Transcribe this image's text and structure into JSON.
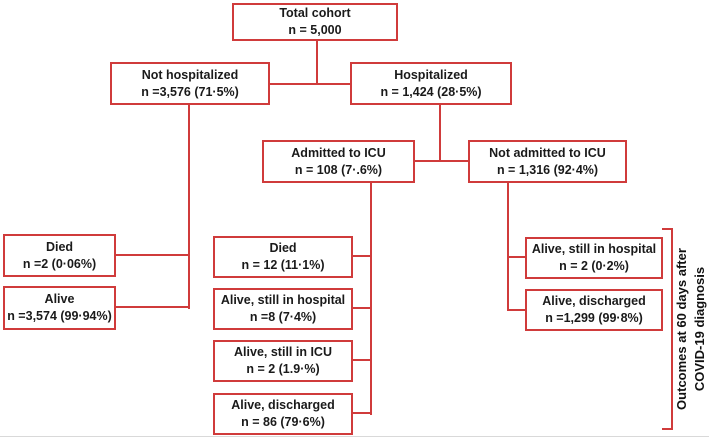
{
  "figure": {
    "type": "cohort-flow-diagram",
    "colors": {
      "accent": "#d03b3b",
      "text": "#1a1a1a",
      "background": "#ffffff"
    },
    "boxes": {
      "total": {
        "label": "Total cohort",
        "value": "n = 5,000"
      },
      "not_hospitalized": {
        "label": "Not hospitalized",
        "value": "n =3,576 (71·5%)"
      },
      "hospitalized": {
        "label": "Hospitalized",
        "value": "n = 1,424 (28·5%)"
      },
      "admitted_icu": {
        "label": "Admitted to ICU",
        "value": "n = 108 (7·.6%)"
      },
      "not_admitted_icu": {
        "label": "Not admitted to ICU",
        "value": "n = 1,316 (92·4%)"
      },
      "nh_died": {
        "label": "Died",
        "value": "n =2 (0·06%)"
      },
      "nh_alive": {
        "label": "Alive",
        "value": "n =3,574 (99·94%)"
      },
      "icu_died": {
        "label": "Died",
        "value": "n = 12 (11·1%)"
      },
      "icu_still_hospital": {
        "label": "Alive, still in hospital",
        "value": "n =8 (7·4%)"
      },
      "icu_still_icu": {
        "label": "Alive, still in ICU",
        "value": "n = 2 (1.9·%)"
      },
      "icu_discharged": {
        "label": "Alive, discharged",
        "value": "n = 86 (79·6%)"
      },
      "ward_still_hospital": {
        "label": "Alive, still in hospital",
        "value": "n = 2 (0·2%)"
      },
      "ward_discharged": {
        "label": "Alive, discharged",
        "value": "n =1,299 (99·8%)"
      }
    },
    "annotation": {
      "line1": "Outcomes at 60 days after",
      "line2": "COVID-19 diagnosis"
    }
  }
}
